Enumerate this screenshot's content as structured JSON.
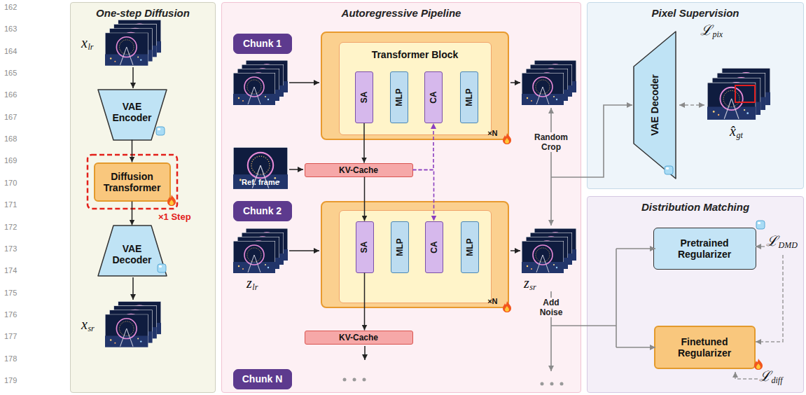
{
  "diagram": {
    "nodes": [
      {
        "text": [
          "One-step Diffusion"
        ]
      },
      {
        "text": [
          "VAE Encoder"
        ],
        "in": 0
      },
      {
        "text": [
          "Diffusion Transformer"
        ],
        "in": 0
      },
      {
        "text": [
          "VAE Decoder"
        ],
        "in": 0
      },
      {
        "text": [
          "Autoregressive Pipeline"
        ]
      },
      {
        "text": [
          "Chunk 1"
        ],
        "in": 4
      },
      {
        "text": [
          "×N"
        ],
        "in": 4
      },
      {
        "text": [
          "Transformer Block"
        ],
        "in": 6
      },
      {
        "text": [
          "SA"
        ],
        "in": 7
      },
      {
        "text": [
          "MLP"
        ],
        "in": 7
      },
      {
        "text": [
          "CA"
        ],
        "in": 7
      },
      {
        "text": [
          "MLP"
        ],
        "in": 7
      },
      {
        "text": [
          "KV-Cache"
        ],
        "in": 4
      },
      {
        "text": [
          "Chunk 2"
        ],
        "in": 4
      },
      {
        "text": [
          "×N"
        ],
        "in": 4
      },
      {
        "text": [
          "SA"
        ],
        "in": 14
      },
      {
        "text": [
          "MLP"
        ],
        "in": 14
      },
      {
        "text": [
          "CA"
        ],
        "in": 14
      },
      {
        "text": [
          "MLP"
        ],
        "in": 14
      },
      {
        "text": [
          "KV-Cache"
        ],
        "in": 4
      },
      {
        "text": [
          "Chunk N"
        ],
        "in": 4
      },
      {
        "text": [
          "Pixel Supervision"
        ]
      },
      {
        "text": [
          "VAE Decoder"
        ],
        "in": 21
      },
      {
        "text": [
          "Distribution Matching"
        ]
      },
      {
        "text": [
          "Pretrained Regularizer"
        ],
        "in": 23
      },
      {
        "text": [
          "Finetuned Regularizer"
        ],
        "in": 23
      }
    ],
    "edges": [
      {
        "from": 1,
        "to": 2,
        "arrow": "to"
      },
      {
        "from": 2,
        "to": 3,
        "arrow": "to"
      },
      {
        "from": 8,
        "to": 12,
        "arrow": "to"
      },
      {
        "from": 12,
        "to": 15,
        "arrow": "to"
      },
      {
        "from": 12,
        "to": 10,
        "arrow": "to"
      },
      {
        "from": 12,
        "to": 17,
        "arrow": "to"
      },
      {
        "from": 15,
        "to": 19,
        "arrow": "to"
      }
    ],
    "labels": [
      "162",
      "163",
      "164",
      "165",
      "166",
      "167",
      "168",
      "169",
      "170",
      "171",
      "172",
      "173",
      "174",
      "175",
      "176",
      "177",
      "178",
      "179",
      "x",
      "lr",
      "×1 Step",
      "x",
      "sr",
      "Ref. frame",
      "z",
      "lr",
      "z",
      "sr",
      "Random Crop",
      "Add Noise",
      "ℒ",
      "pix",
      "x̂",
      "gt",
      "ℒ",
      "DMD",
      "ℒ",
      "diff"
    ]
  }
}
